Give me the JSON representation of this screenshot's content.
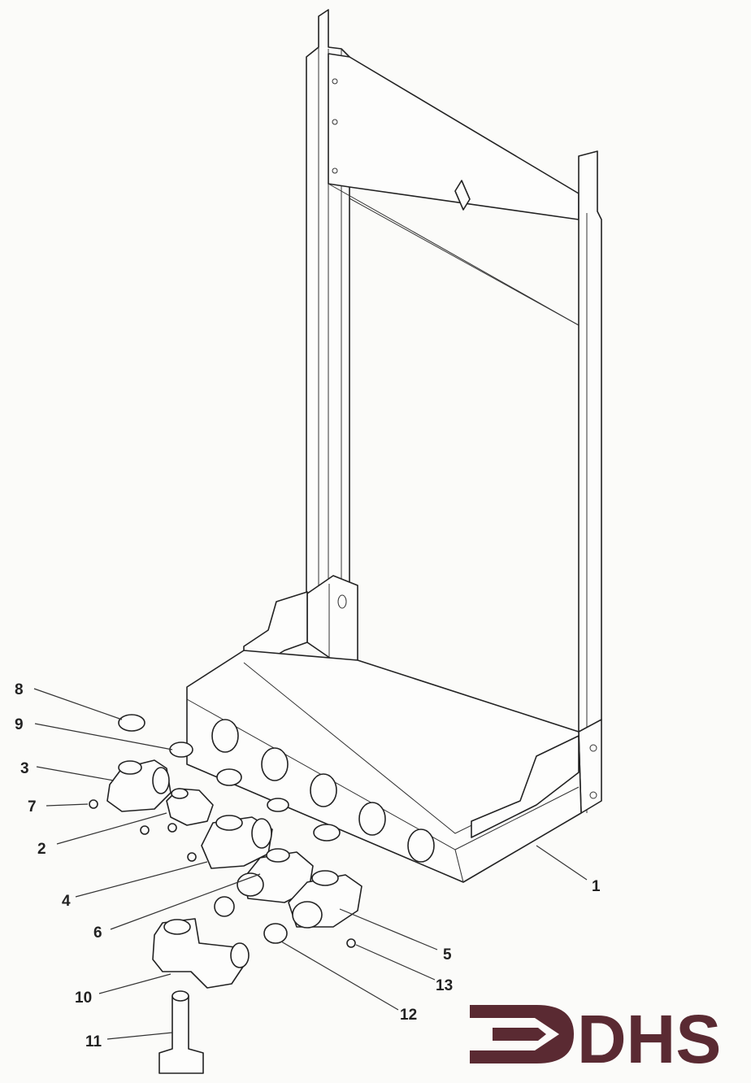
{
  "colors": {
    "line": "#222222",
    "background": "#fbfbf9",
    "logo": "#5a2a32"
  },
  "callouts": [
    {
      "id": "1",
      "text": "1"
    },
    {
      "id": "2",
      "text": "2"
    },
    {
      "id": "3",
      "text": "3"
    },
    {
      "id": "4",
      "text": "4"
    },
    {
      "id": "5",
      "text": "5"
    },
    {
      "id": "6",
      "text": "6"
    },
    {
      "id": "7",
      "text": "7"
    },
    {
      "id": "8",
      "text": "8"
    },
    {
      "id": "9",
      "text": "9"
    },
    {
      "id": "10",
      "text": "10"
    },
    {
      "id": "11",
      "text": "11"
    },
    {
      "id": "12",
      "text": "12"
    },
    {
      "id": "13",
      "text": "13"
    }
  ],
  "logo": {
    "text": "DHS",
    "icon": "dhs-arrow-logo-icon"
  }
}
